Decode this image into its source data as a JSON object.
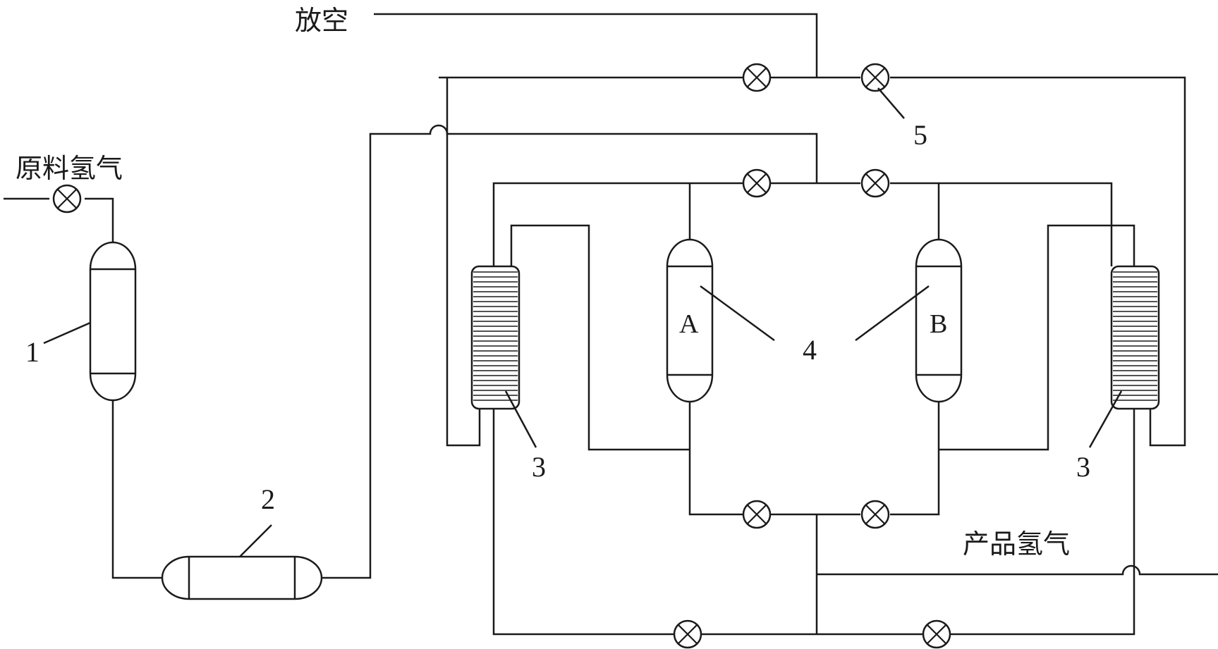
{
  "labels": {
    "vent": "放空",
    "feed_hydrogen": "原料氢气",
    "product_hydrogen": "产品氢气"
  },
  "components": {
    "vessel_1": "1",
    "vessel_2": "2",
    "heat_exchanger": "3",
    "adsorber_group": "4",
    "valve_ref": "5",
    "adsorber_a": "A",
    "adsorber_b": "B"
  },
  "colors": {
    "line": "#1a1a1a",
    "background": "#ffffff"
  }
}
